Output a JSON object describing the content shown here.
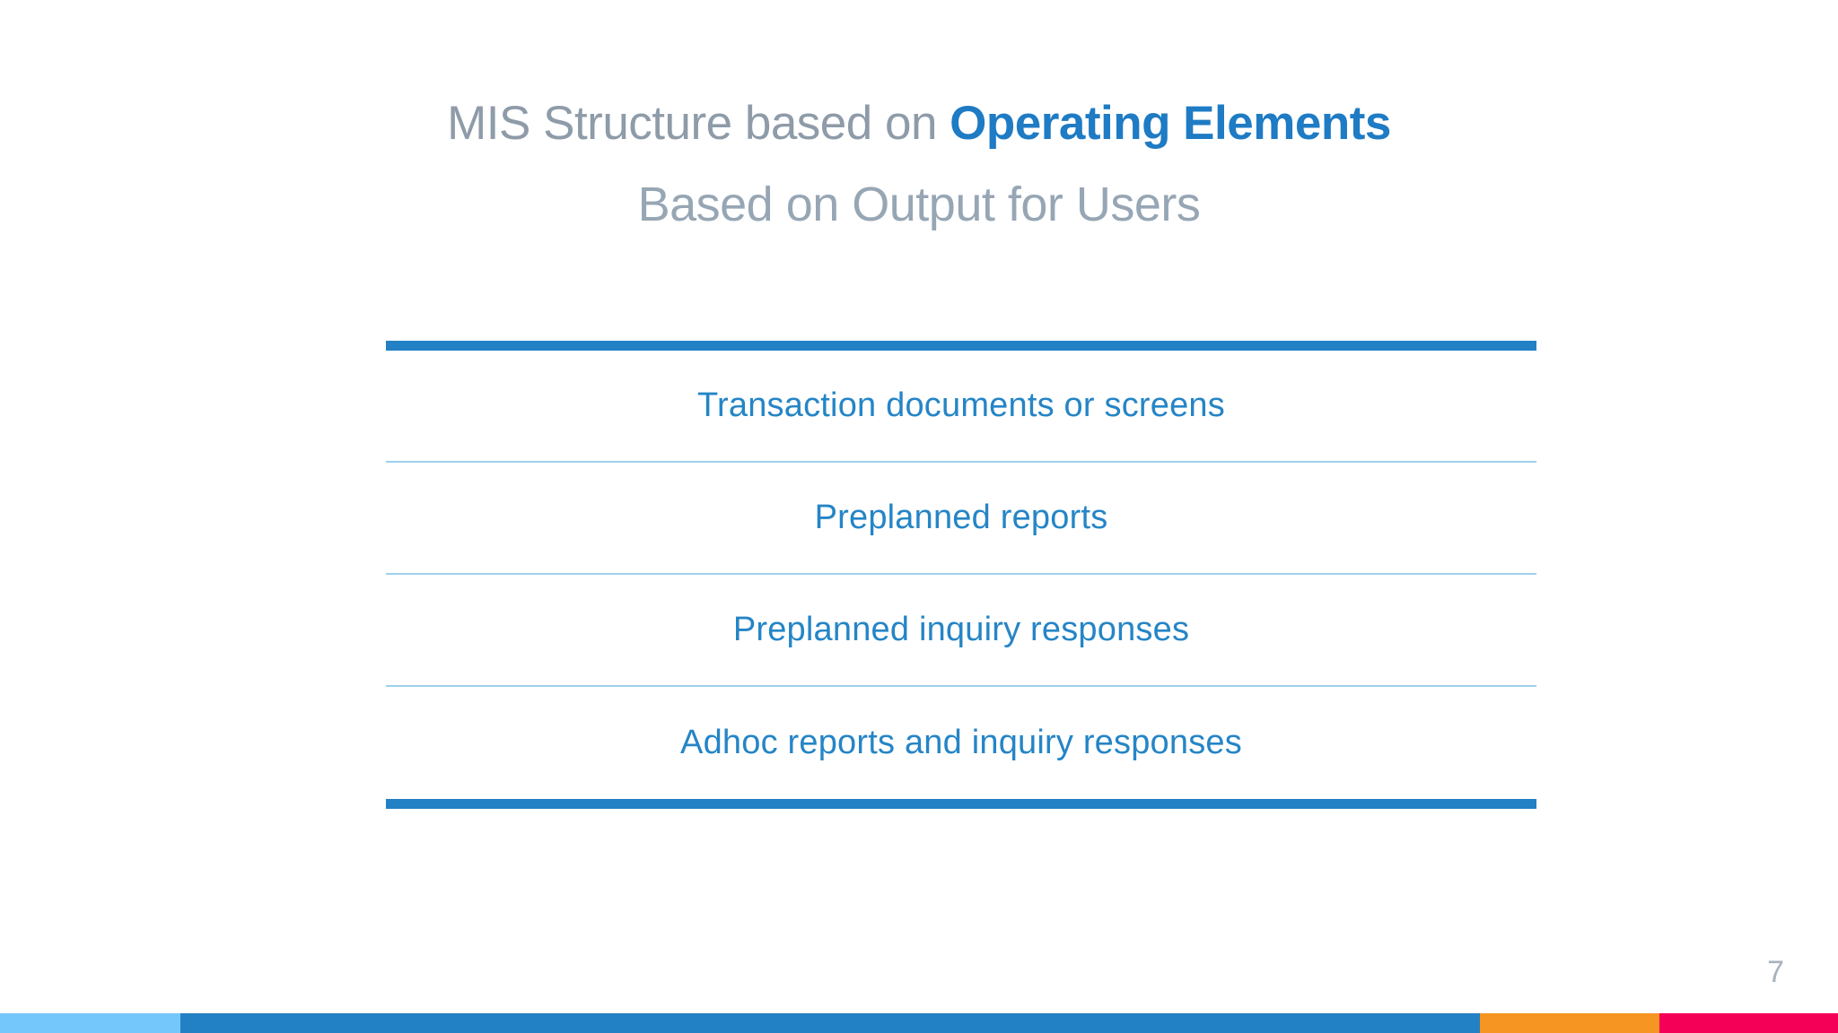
{
  "slide": {
    "page_number": "7",
    "background_color": "#ffffff",
    "title": {
      "plain_part": "MIS Structure based on ",
      "accent_part": "Operating Elements",
      "plain_color": "#8E9BA8",
      "accent_color": "#1E7BC4"
    },
    "subtitle": {
      "text": "Based on Output for Users",
      "color": "#97A6B4"
    },
    "table": {
      "border_color": "#2280C4",
      "divider_color": "#9FD0EC",
      "text_color": "#2585C6",
      "rows": [
        {
          "label": "Transaction documents or screens"
        },
        {
          "label": "Preplanned reports"
        },
        {
          "label": "Preplanned inquiry responses"
        },
        {
          "label": "Adhoc reports and inquiry responses"
        }
      ]
    },
    "footer_bar": {
      "segments": [
        {
          "name": "light-blue",
          "color": "#74C7FA",
          "width_pct": 9.8
        },
        {
          "name": "blue",
          "color": "#2280C4",
          "width_pct": 70.7
        },
        {
          "name": "orange",
          "color": "#F79522",
          "width_pct": 9.8
        },
        {
          "name": "crimson",
          "color": "#F50057",
          "width_pct": 9.7
        }
      ]
    }
  }
}
